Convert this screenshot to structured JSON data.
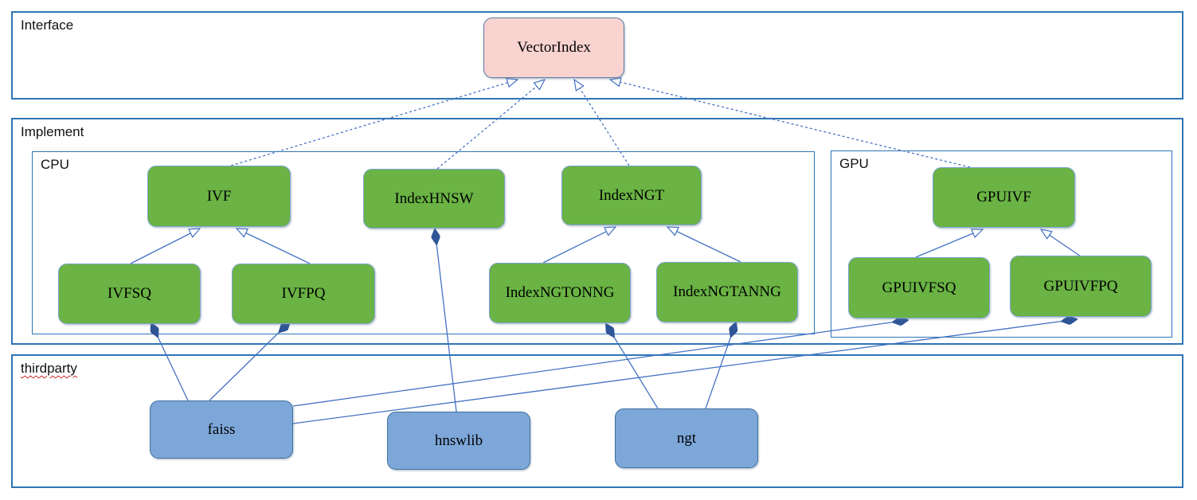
{
  "containers": {
    "interface": {
      "label": "Interface"
    },
    "implement": {
      "label": "Implement"
    },
    "cpu": {
      "label": "CPU"
    },
    "gpu": {
      "label": "GPU"
    },
    "thirdparty": {
      "label": "thirdparty"
    }
  },
  "nodes": {
    "vectorindex": {
      "label": "VectorIndex",
      "type": "interface"
    },
    "ivf": {
      "label": "IVF",
      "type": "class"
    },
    "indexhnsw": {
      "label": "IndexHNSW",
      "type": "class"
    },
    "indexngt": {
      "label": "IndexNGT",
      "type": "class"
    },
    "ivfsq": {
      "label": "IVFSQ",
      "type": "class"
    },
    "ivfpq": {
      "label": "IVFPQ",
      "type": "class"
    },
    "indexngtonng": {
      "label": "IndexNGTONNG",
      "type": "class"
    },
    "indexngtanng": {
      "label": "IndexNGTANNG",
      "type": "class"
    },
    "gpuivf": {
      "label": "GPUIVF",
      "type": "class"
    },
    "gpuivfsq": {
      "label": "GPUIVFSQ",
      "type": "class"
    },
    "gpuivfpq": {
      "label": "GPUIVFPQ",
      "type": "class"
    },
    "faiss": {
      "label": "faiss",
      "type": "thirdparty-lib"
    },
    "hnswlib": {
      "label": "hnswlib",
      "type": "thirdparty-lib"
    },
    "ngt": {
      "label": "ngt",
      "type": "thirdparty-lib"
    }
  },
  "edges": {
    "realization_dashed": [
      {
        "from": "IVF",
        "to": "VectorIndex"
      },
      {
        "from": "IndexHNSW",
        "to": "VectorIndex"
      },
      {
        "from": "IndexNGT",
        "to": "VectorIndex"
      },
      {
        "from": "GPUIVF",
        "to": "VectorIndex"
      }
    ],
    "generalization_solid": [
      {
        "from": "IVFSQ",
        "to": "IVF"
      },
      {
        "from": "IVFPQ",
        "to": "IVF"
      },
      {
        "from": "IndexNGTONNG",
        "to": "IndexNGT"
      },
      {
        "from": "IndexNGTANNG",
        "to": "IndexNGT"
      },
      {
        "from": "GPUIVFSQ",
        "to": "GPUIVF"
      },
      {
        "from": "GPUIVFPQ",
        "to": "GPUIVF"
      }
    ],
    "composition_diamond": [
      {
        "owner": "IVFSQ",
        "uses": "faiss"
      },
      {
        "owner": "IVFPQ",
        "uses": "faiss"
      },
      {
        "owner": "IndexHNSW",
        "uses": "hnswlib"
      },
      {
        "owner": "IndexNGTONNG",
        "uses": "ngt"
      },
      {
        "owner": "IndexNGTANNG",
        "uses": "ngt"
      },
      {
        "owner": "GPUIVFSQ",
        "uses": "faiss"
      },
      {
        "owner": "GPUIVFPQ",
        "uses": "faiss"
      }
    ]
  },
  "colors": {
    "interface_fill": "#f8d3d0",
    "class_fill": "#6ab344",
    "thirdparty_fill": "#7da7d9",
    "connector_blue": "#4472c4",
    "diamond_blue": "#2f5597",
    "container_border": "#2e75b6",
    "squiggle_red": "#cc2222"
  }
}
